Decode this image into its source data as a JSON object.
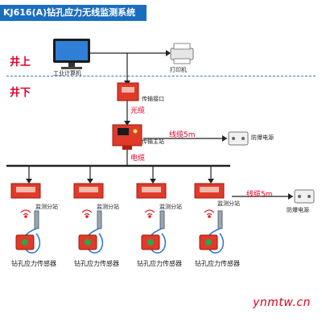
{
  "title": "KJ616(A)钻孔应力无线监测系统",
  "zones": {
    "surface": "井上",
    "underground": "井下"
  },
  "devices": {
    "computer": "工业计算机",
    "printer": "打印机",
    "interface": "传输接口",
    "main_station": "传输主站",
    "sub_station": "监测分站",
    "power_supply": "防爆电源",
    "sensor": "钻孔应力传感器"
  },
  "cables": {
    "fiber": "光缆",
    "main_cable": "电缆",
    "cable_5m": "线缆5m"
  },
  "watermark": "ynmtw.cn",
  "colors": {
    "title_bg": "#1a6ec0",
    "zone_text": "#e0002a",
    "device_red": "#e03a2a",
    "dash": "#3a78c8"
  }
}
